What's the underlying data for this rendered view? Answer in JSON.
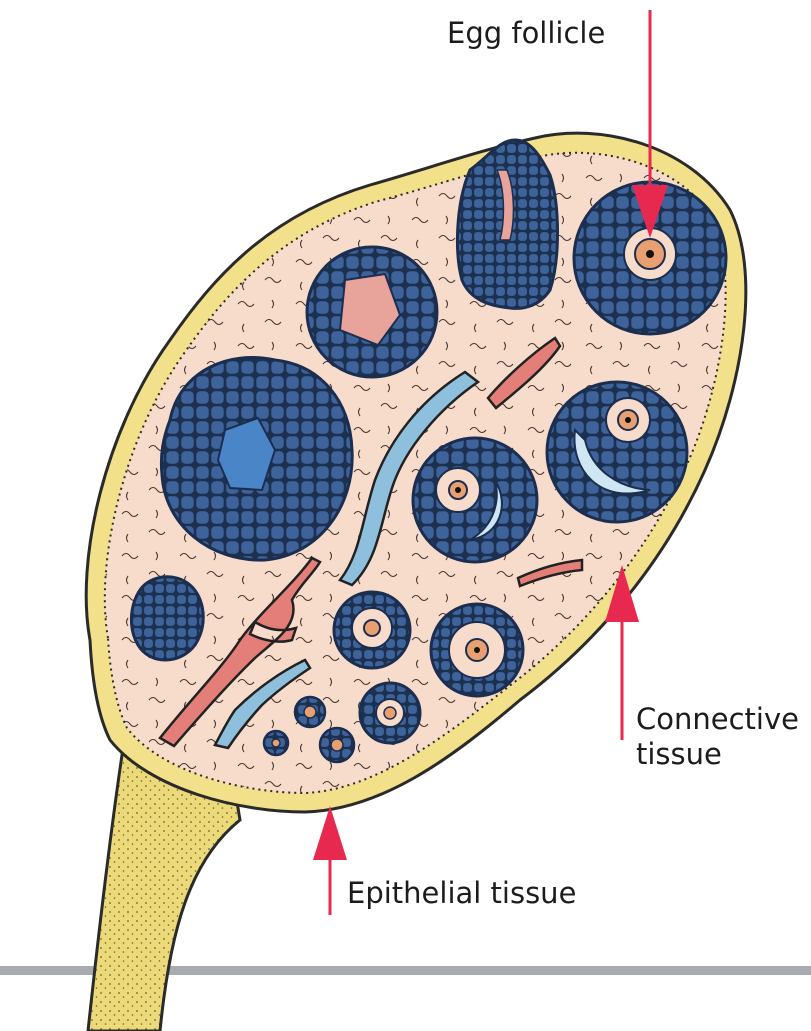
{
  "labels": {
    "egg_follicle": "Egg follicle",
    "connective_tissue": "Connective tissue",
    "epithelial_tissue": "Epithelial tissue"
  },
  "colors": {
    "ovary_fill": "#f7dccb",
    "epithelium_fill": "#f2e08a",
    "stalk_fill": "#ecd97a",
    "follicle_cell": "#3a5c8f",
    "follicle_cell_dark": "#1b2e50",
    "pink_cavity": "#e8a39a",
    "blue_cavity": "#cfe7f3",
    "blood_vessel_red": "#e37f78",
    "blood_vessel_blue": "#8ebfdc",
    "pointer_arrow": "#e8294f",
    "baseline": "#a8acb0"
  }
}
